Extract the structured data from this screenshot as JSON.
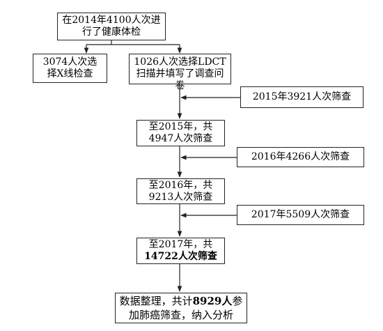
{
  "boxes": {
    "start": {
      "line1": "在2014年4100人次进",
      "line2": "行了健康体检"
    },
    "xray": {
      "line1": "3074人次选",
      "line2": "择X线检查"
    },
    "ldct": {
      "line1": "1026人次选择LDCT",
      "line2": "扫描并填写了调查问",
      "line3": "卷"
    },
    "add2015": {
      "text": "2015年3921人次筛查"
    },
    "total2015": {
      "line1": "至2015年，共",
      "line2": "4947人次筛查"
    },
    "add2016": {
      "text": "2016年4266人次筛查"
    },
    "total2016": {
      "line1": "至2016年，共",
      "line2": "9213人次筛查"
    },
    "add2017": {
      "text": "2017年5509人次筛查"
    },
    "total2017": {
      "line1": "至2017年，共",
      "line2_bold": "14722人次筛查"
    },
    "final": {
      "line1_a": "数据整理，共计",
      "line1_bold": "8929人",
      "line1_b": "参",
      "line2": "加肺癌筛查，纳入分析"
    }
  }
}
